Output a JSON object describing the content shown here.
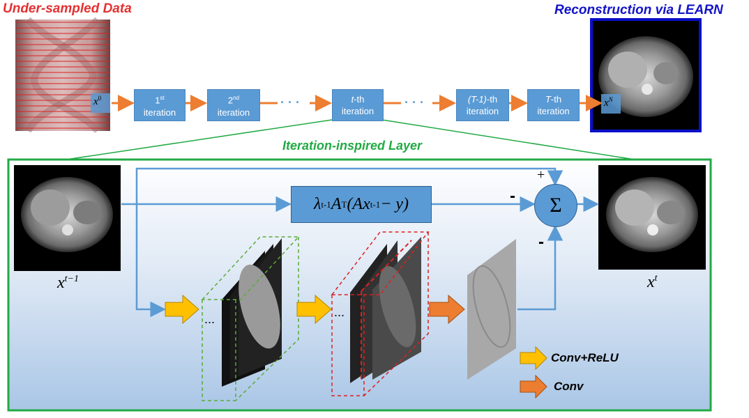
{
  "header": {
    "input_title": "Under-sampled Data",
    "output_title": "Reconstruction via LEARN",
    "layer_title": "Iteration-inspired Layer"
  },
  "pipeline": {
    "x0_base": "x",
    "x0_sup": "0",
    "xN_base": "x",
    "xN_sup": "N",
    "iterations": [
      {
        "pre": "",
        "num": "1",
        "sup": "st",
        "post": "",
        "line2": "iteration"
      },
      {
        "pre": "",
        "num": "2",
        "sup": "nd",
        "post": "",
        "line2": "iteration"
      },
      {
        "pre": "",
        "num": "t",
        "sup": "",
        "post": "-th",
        "line2": "iteration"
      },
      {
        "pre": "",
        "num": "(T-1)",
        "sup": "",
        "post": "-th",
        "line2": "iteration"
      },
      {
        "pre": "",
        "num": "T",
        "sup": "",
        "post": "-th",
        "line2": "iteration"
      }
    ],
    "ellipsis": "· · ·"
  },
  "layer": {
    "input_label_base": "x",
    "input_label_sup": "t−1",
    "output_label_base": "x",
    "output_label_sup": "t",
    "plus_sign": "+",
    "minus_sign_top": "-",
    "minus_sign_bottom": "-",
    "sigma": "Σ",
    "fidelity": {
      "lam": "λ",
      "lam_sup": "t-1",
      "A": "A",
      "A_sup": "T",
      "paren_open": "(Ax",
      "x_sup": "t-1",
      "rest": " − y)"
    },
    "stack_ellipsis_1": "...",
    "stack_ellipsis_2": "..."
  },
  "legend": {
    "conv_relu": "Conv+ReLU",
    "conv": "Conv"
  },
  "colors": {
    "iter_box": "#5b9bd5",
    "flow_arrow": "#ed7d31",
    "skip_arrow": "#5b9bd5",
    "conv_relu_arrow": "#ffc000",
    "conv_arrow": "#ed7d31",
    "layer_border": "#22aa44",
    "output_frame": "#0a10c8"
  }
}
